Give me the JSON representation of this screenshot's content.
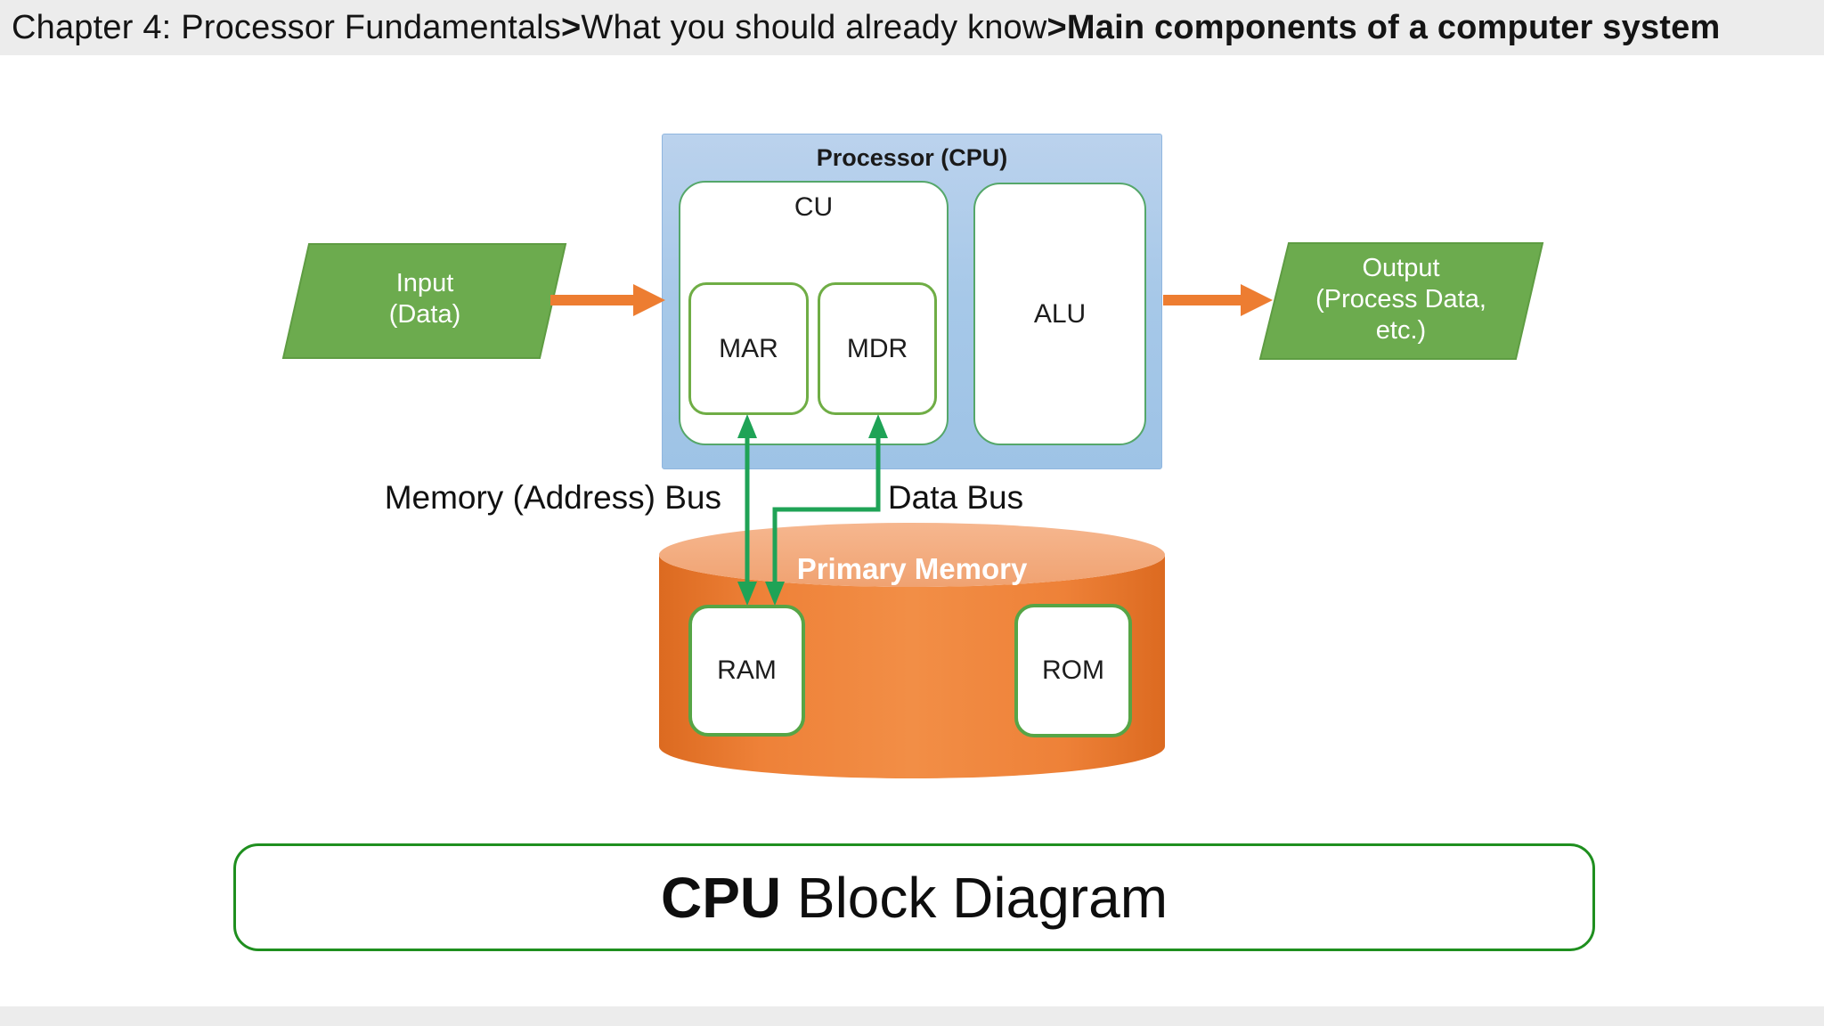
{
  "header": {
    "part1": "Chapter 4: Processor Fundamentals ",
    "part2": "> ",
    "part3": "What you should already know",
    "part4": ">Main components of a computer system"
  },
  "cpu": {
    "title": "Processor (CPU)",
    "cu": "CU",
    "mar": "MAR",
    "mdr": "MDR",
    "alu": "ALU"
  },
  "io": {
    "input_label": "Input\n(Data)",
    "output_label": "Output\n(Process Data,\netc.)"
  },
  "buses": {
    "address_bus": "Memory (Address) Bus",
    "data_bus": "Data Bus"
  },
  "memory": {
    "title": "Primary Memory",
    "ram": "RAM",
    "rom": "ROM"
  },
  "caption": {
    "bold": "CPU",
    "rest": " Block Diagram"
  },
  "colors": {
    "io_green": "#6CAB4E",
    "arrow_orange": "#ED7D31",
    "cpu_blue": "#9CC2E5",
    "bus_green": "#1FA356",
    "memory_orange": "#EE8138",
    "caption_border_green": "#1F8F1F",
    "header_gray": "#ECECEC"
  }
}
